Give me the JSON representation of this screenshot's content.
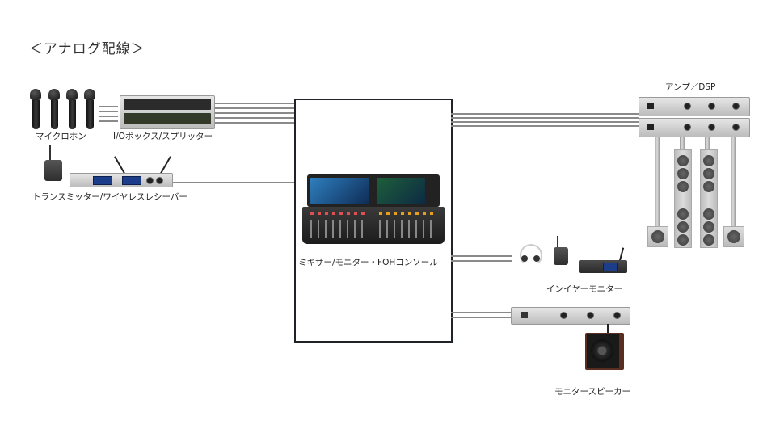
{
  "title": "＜アナログ配線＞",
  "devices": {
    "microphones": {
      "label": "マイクロホン",
      "count": 4
    },
    "io_box": {
      "label": "I/Oボックス/スプリッター"
    },
    "wireless": {
      "label": "トランスミッター/ワイヤレスレシーバー"
    },
    "console": {
      "label": "ミキサー/モニター・FOHコンソール"
    },
    "amp_dsp": {
      "label": "アンプ／DSP"
    },
    "in_ear": {
      "label": "インイヤーモニター"
    },
    "monitor_speaker": {
      "label": "モニタースピーカー"
    }
  },
  "connections": [
    {
      "from": "microphones",
      "to": "io_box",
      "lines": 4
    },
    {
      "from": "io_box",
      "to": "console",
      "lines": 5
    },
    {
      "from": "wireless",
      "to": "console",
      "lines": 1
    },
    {
      "from": "console",
      "to": "amp_dsp",
      "lines": 4
    },
    {
      "from": "console",
      "to": "in_ear",
      "lines": 2
    },
    {
      "from": "console",
      "to": "monitor_speaker",
      "lines": 2
    }
  ],
  "colors": {
    "line": "#8a8a8a",
    "box_border": "#1f2328",
    "display_blue": "#1b3d8a"
  }
}
